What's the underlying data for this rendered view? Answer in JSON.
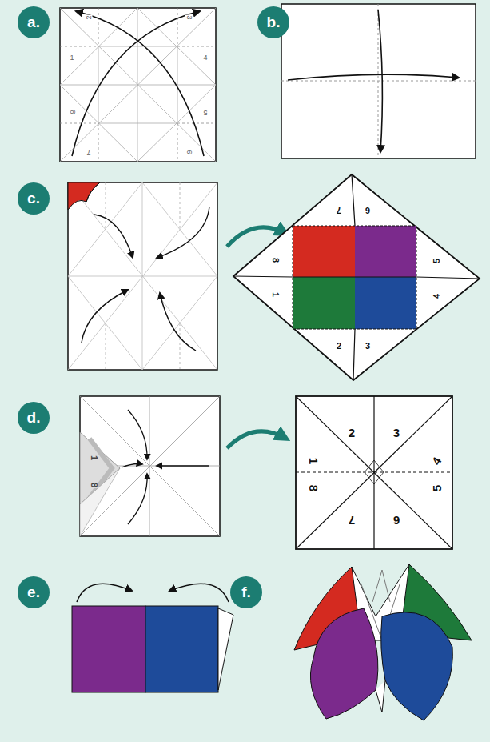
{
  "diagram": {
    "nodes": [
      {
        "text": [
          "a."
        ]
      },
      {
        "text": [
          "b."
        ]
      },
      {
        "text": [
          "c."
        ]
      },
      {
        "text": [
          "d."
        ]
      },
      {
        "text": [
          "e."
        ]
      },
      {
        "text": [
          "f."
        ]
      }
    ],
    "labels": [
      "2",
      "3",
      "1",
      "4",
      "8",
      "5",
      "7",
      "6",
      "7",
      "6",
      "8",
      "5",
      "1",
      "4",
      "2",
      "3",
      "1",
      "8",
      "2",
      "3",
      "1",
      "4",
      "8",
      "5",
      "7",
      "6"
    ]
  }
}
